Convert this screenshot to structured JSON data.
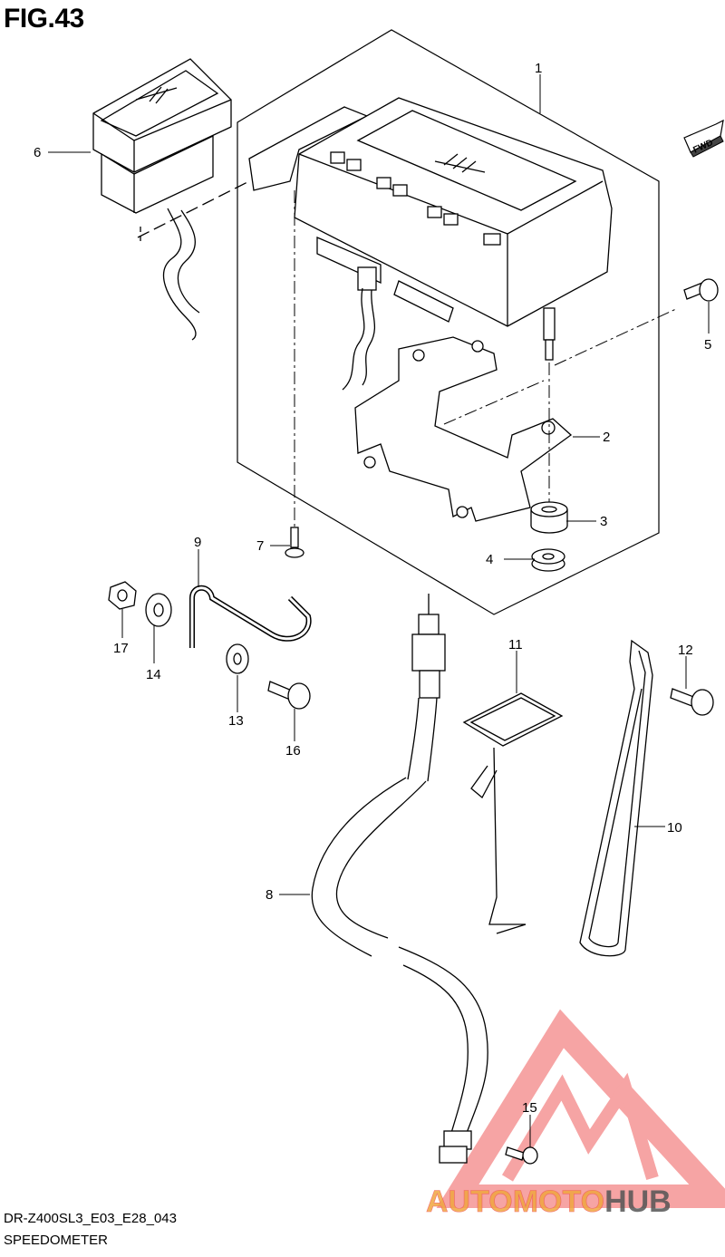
{
  "figure": {
    "title": "FIG.43",
    "model_code": "DR-Z400SL3_E03_E28_043",
    "caption": "SPEEDOMETER",
    "direction_label": "FWD"
  },
  "callouts": [
    "1",
    "2",
    "3",
    "4",
    "5",
    "6",
    "7",
    "8",
    "9",
    "10",
    "11",
    "12",
    "13",
    "14",
    "15",
    "16",
    "17"
  ],
  "watermark": {
    "part1": "AUTOMOTO",
    "part2": "HUB",
    "color_primary": "#ef5a5a",
    "color_accent": "#f0a640",
    "color_dark": "#555555"
  }
}
